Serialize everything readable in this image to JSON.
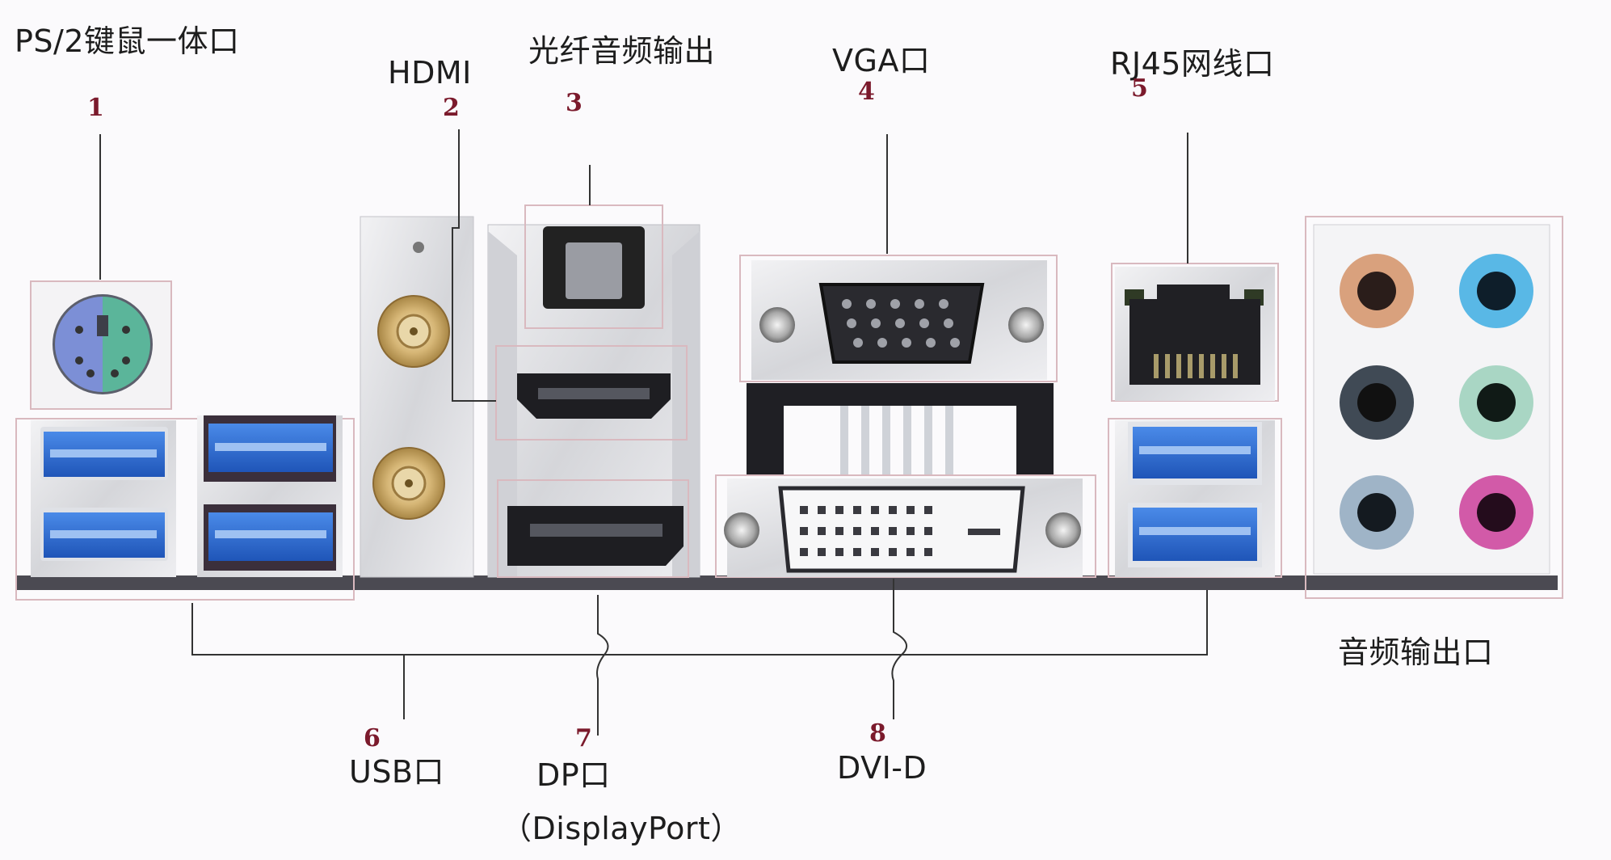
{
  "ports": {
    "ps2": {
      "number": "1",
      "label": "PS/2键鼠一体口"
    },
    "hdmi": {
      "number": "2",
      "label": "HDMI"
    },
    "optical": {
      "number": "3",
      "label": "光纤音频输出"
    },
    "vga": {
      "number": "4",
      "label": "VGA口"
    },
    "rj45": {
      "number": "5",
      "label": "RJ45网线口"
    },
    "usb": {
      "number": "6",
      "label": "USB口"
    },
    "dp": {
      "number": "7",
      "label": "DP口",
      "sublabel": "（DisplayPort）"
    },
    "dvi": {
      "number": "8",
      "label": "DVI-D"
    },
    "audio": {
      "label": "音频输出口"
    }
  },
  "colors": {
    "usb_blue": "#2f6fd8",
    "ps2_purple": "#7c8fd6",
    "ps2_green": "#5bb59a",
    "number_color": "#7b1a2c",
    "jack_orange": "#d9a17d",
    "jack_blue": "#59b8e6",
    "jack_black": "#404a55",
    "jack_green": "#a9d6c4",
    "jack_gray": "#9fb4c7",
    "jack_pink": "#d25aa8"
  }
}
